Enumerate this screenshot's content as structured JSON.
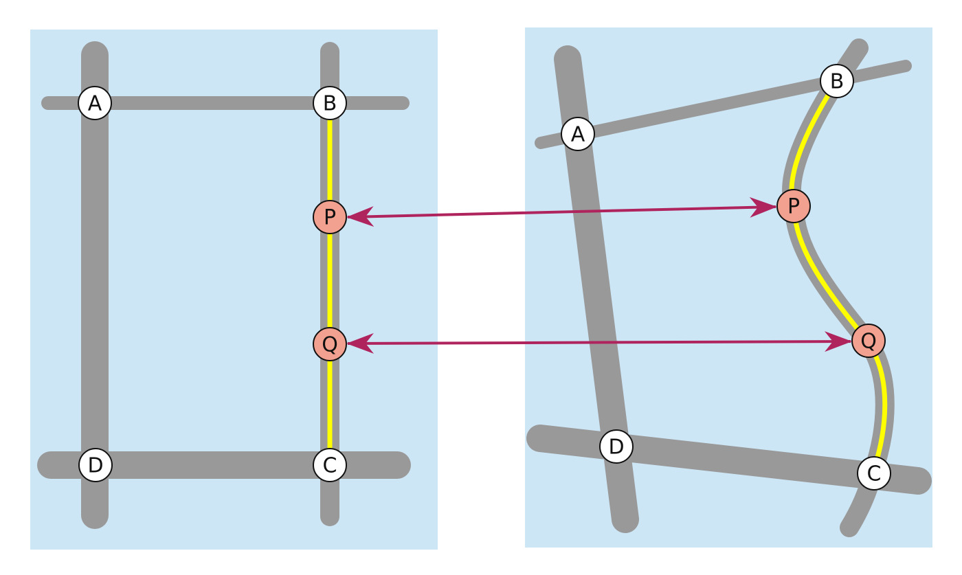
{
  "colors": {
    "map_background": "#cce6f6",
    "road": "#999999",
    "highlight_route": "#ffff00",
    "node_fill": "#ffffff",
    "highlight_node_fill": "#f2a08f",
    "arrow": "#b0245e"
  },
  "left_map": {
    "nodes": {
      "a": "A",
      "b": "B",
      "p": "P",
      "q": "Q",
      "c": "C",
      "d": "D"
    }
  },
  "right_map": {
    "nodes": {
      "a": "A",
      "b": "B",
      "p": "P",
      "q": "Q",
      "c": "C",
      "d": "D"
    }
  },
  "correspondences": [
    {
      "from": "P",
      "to": "P"
    },
    {
      "from": "Q",
      "to": "Q"
    }
  ]
}
